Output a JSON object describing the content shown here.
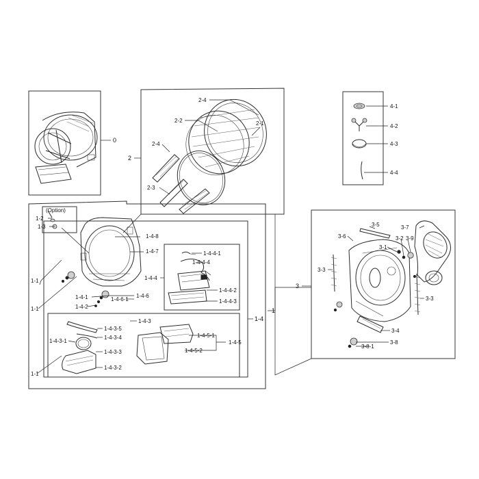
{
  "diagram": {
    "option_label": "(Option)",
    "labels": {
      "l0": "0",
      "l1": "1",
      "l1_1a": "1-1",
      "l1_1b": "1-1",
      "l1_1c": "1-1",
      "l1_2": "1-2",
      "l1_3": "1-3",
      "l1_4": "1-4",
      "l1_4_1": "1-4-1",
      "l1_4_2": "1-4-2",
      "l1_4_3": "1-4-3",
      "l1_4_3_1": "1-4-3-1",
      "l1_4_3_2": "1-4-3-2",
      "l1_4_3_3": "1-4-3-3",
      "l1_4_3_4": "1-4-3-4",
      "l1_4_3_5": "1-4-3-5",
      "l1_4_4": "1-4-4",
      "l1_4_4_1": "1-4-4-1",
      "l1_4_4_2": "1-4-4-2",
      "l1_4_4_3": "1-4-4-3",
      "l1_4_4_4": "1-4-4-4",
      "l1_4_5": "1-4-5",
      "l1_4_5_1": "1-4-5-1",
      "l1_4_5_2": "1-4-5-2",
      "l1_4_6": "1-4-6",
      "l1_4_6_1": "1-4-6-1",
      "l1_4_7": "1-4-7",
      "l1_4_8": "1-4-8",
      "l2": "2",
      "l2_1": "2-1",
      "l2_2": "2-2",
      "l2_3": "2-3",
      "l2_4a": "2-4",
      "l2_4b": "2-4",
      "l3": "3",
      "l3_1": "3-1",
      "l3_2": "3-2",
      "l3_3a": "3-3",
      "l3_3b": "3-3",
      "l3_4": "3-4",
      "l3_5": "3-5",
      "l3_6": "3-6",
      "l3_7": "3-7",
      "l3_8": "3-8",
      "l3_8_1": "3-8-1",
      "l3_9": "3-9",
      "l4_1": "4-1",
      "l4_2": "4-2",
      "l4_3": "4-3",
      "l4_4": "4-4"
    }
  }
}
